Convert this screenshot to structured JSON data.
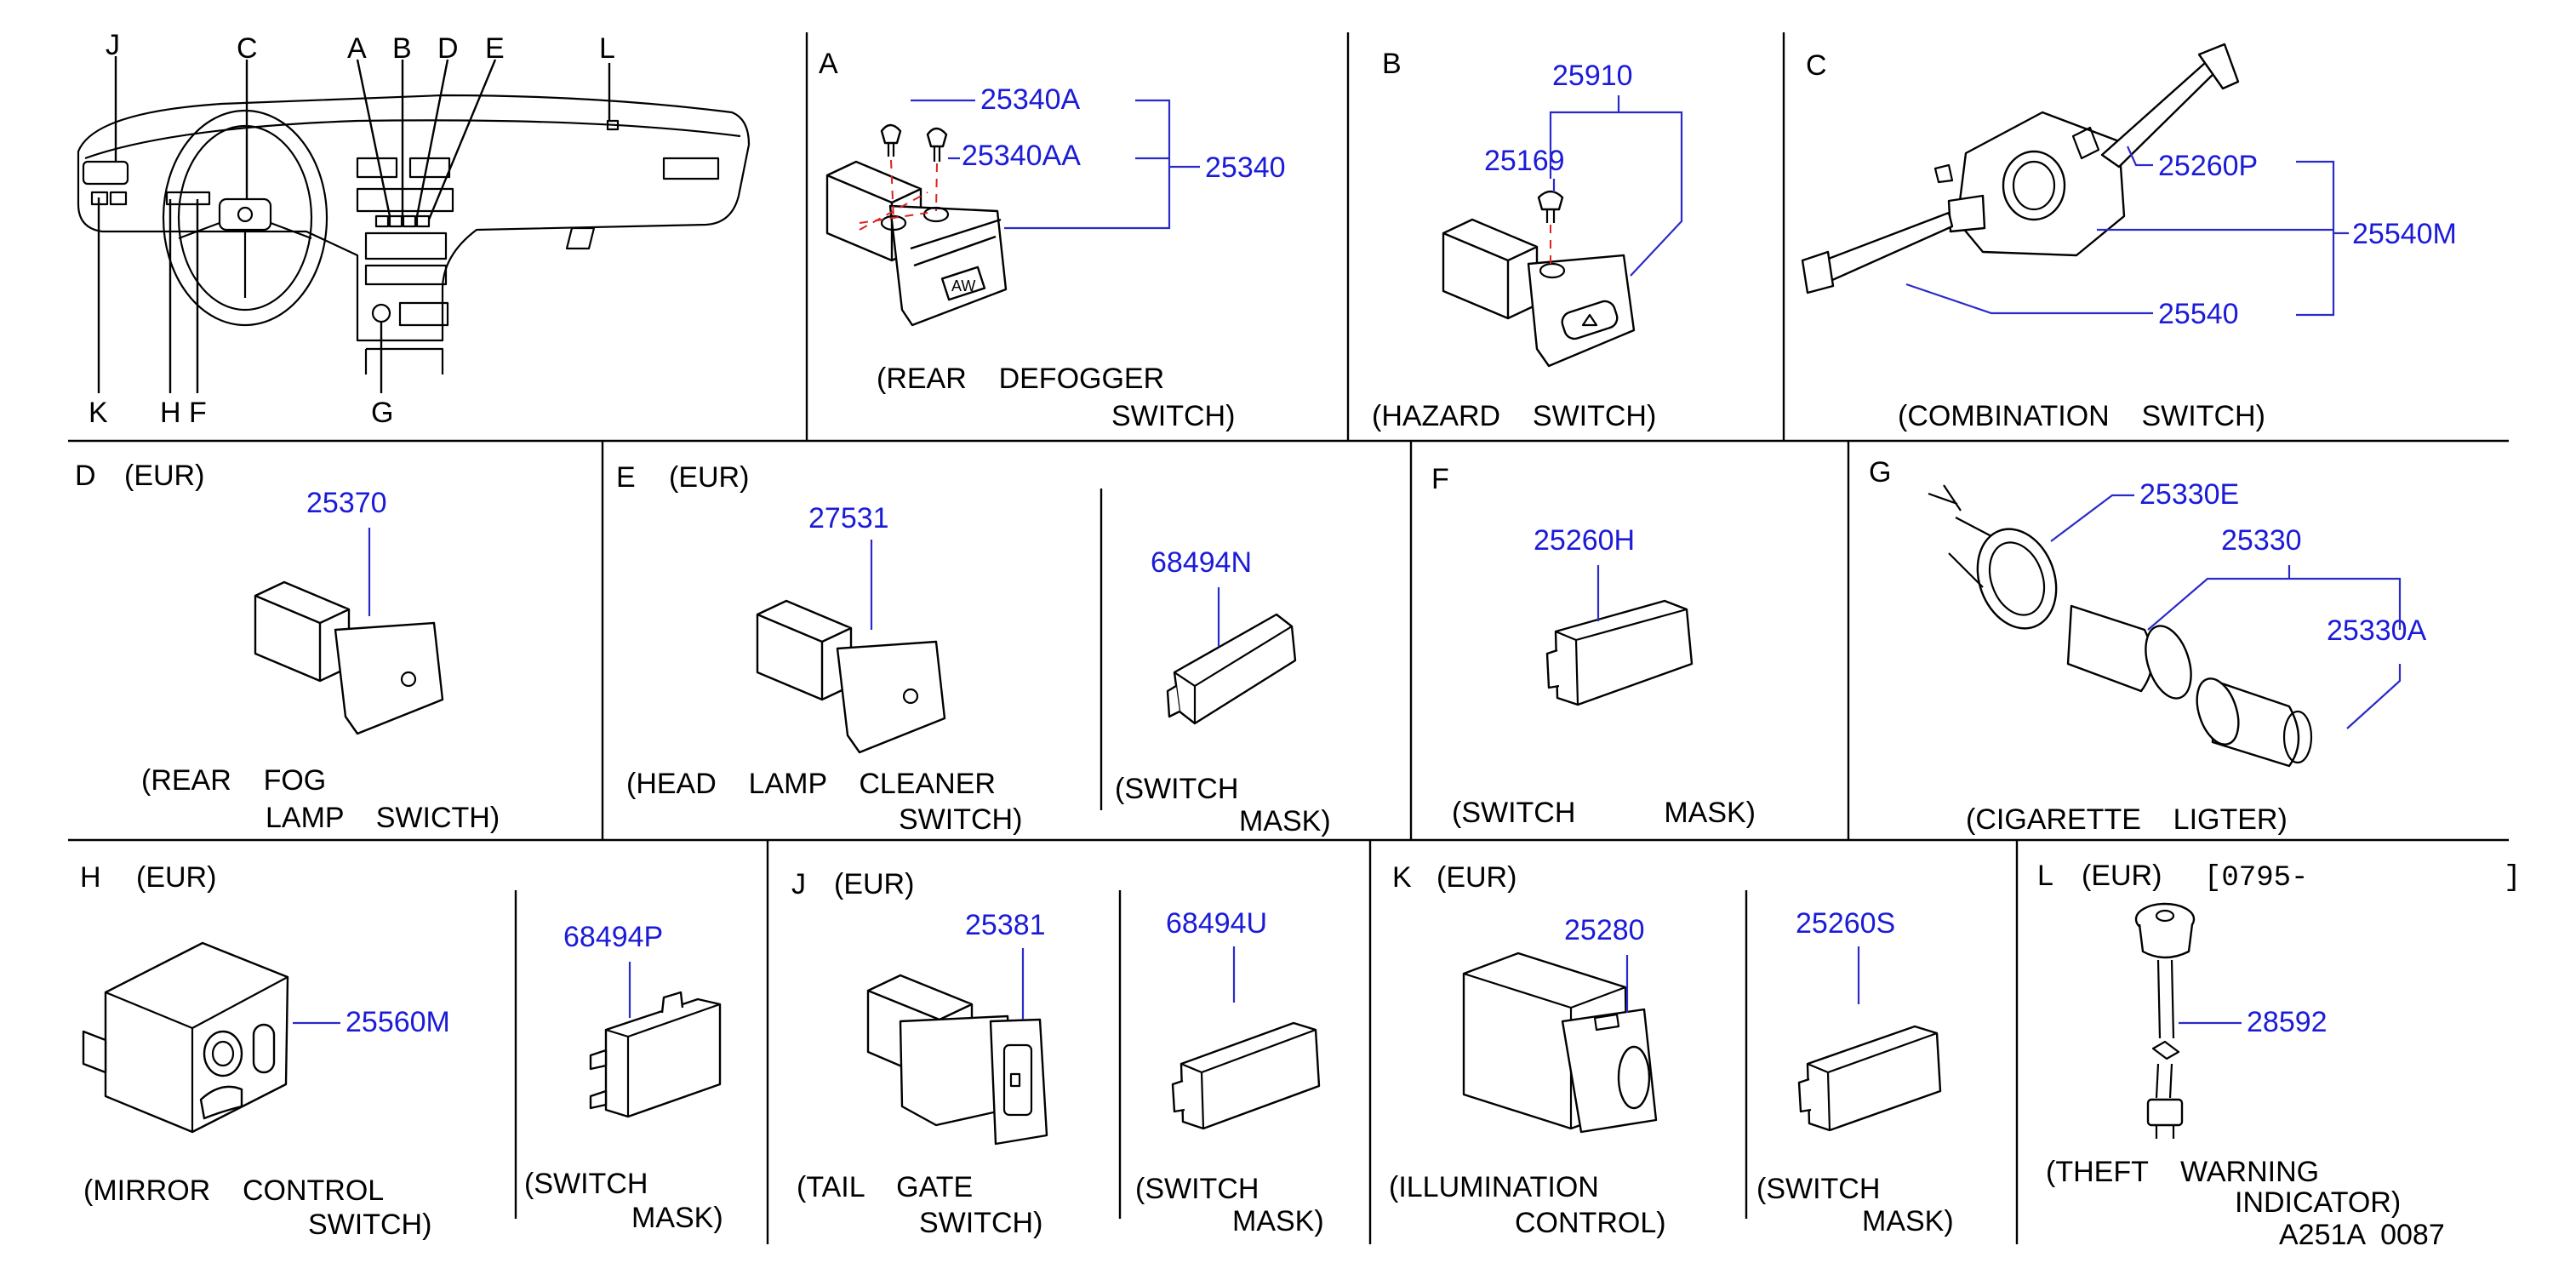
{
  "dash_letters": {
    "J": "J",
    "C": "C",
    "A": "A",
    "B": "B",
    "D": "D",
    "E": "E",
    "L": "L",
    "K": "K",
    "H": "H",
    "F": "F",
    "G": "G"
  },
  "panels": {
    "A": {
      "letter": "A",
      "parts": [
        "25340A",
        "25340AA",
        "25340"
      ],
      "caption": [
        "(REAR    DEFOGGER",
        "SWITCH)"
      ]
    },
    "B": {
      "letter": "B",
      "parts": [
        "25910",
        "25169"
      ],
      "caption": [
        "(HAZARD    SWITCH)"
      ]
    },
    "C": {
      "letter": "C",
      "parts": [
        "25260P",
        "25540M",
        "25540"
      ],
      "caption": [
        "(COMBINATION    SWITCH)"
      ]
    },
    "D": {
      "letter": "D",
      "region": "(EUR)",
      "parts": [
        "25370"
      ],
      "caption": [
        "(REAR    FOG",
        "LAMP    SWICTH)"
      ]
    },
    "E": {
      "letter": "E",
      "region": "(EUR)",
      "parts": [
        "27531",
        "68494N"
      ],
      "caption": [
        "(HEAD    LAMP    CLEANER",
        "SWITCH)"
      ],
      "caption2": [
        "(SWITCH",
        "MASK)"
      ]
    },
    "F": {
      "letter": "F",
      "parts": [
        "25260H"
      ],
      "caption": [
        "(SWITCH           MASK)"
      ]
    },
    "G": {
      "letter": "G",
      "parts": [
        "25330E",
        "25330",
        "25330A"
      ],
      "caption": [
        "(CIGARETTE    LIGTER)"
      ]
    },
    "H": {
      "letter": "H",
      "region": "(EUR)",
      "parts": [
        "25560M",
        "68494P"
      ],
      "caption": [
        "(MIRROR    CONTROL",
        "SWITCH)"
      ],
      "caption2": [
        "(SWITCH",
        "MASK)"
      ]
    },
    "J": {
      "letter": "J",
      "region": "(EUR)",
      "parts": [
        "25381",
        "68494U"
      ],
      "caption": [
        "(TAIL    GATE",
        "SWITCH)"
      ],
      "caption2": [
        "(SWITCH",
        "MASK)"
      ]
    },
    "K": {
      "letter": "K",
      "region": "(EUR)",
      "parts": [
        "25280",
        "25260S"
      ],
      "caption": [
        "(ILLUMINATION",
        "CONTROL)"
      ],
      "caption2": [
        "(SWITCH",
        "MASK)"
      ]
    },
    "L": {
      "letter": "L",
      "region": "(EUR)",
      "date_open": "[0795-",
      "date_close": "]",
      "parts": [
        "28592"
      ],
      "caption": [
        "(THEFT    WARNING",
        "INDICATOR)"
      ]
    }
  },
  "footer_code": "A251A  0087"
}
